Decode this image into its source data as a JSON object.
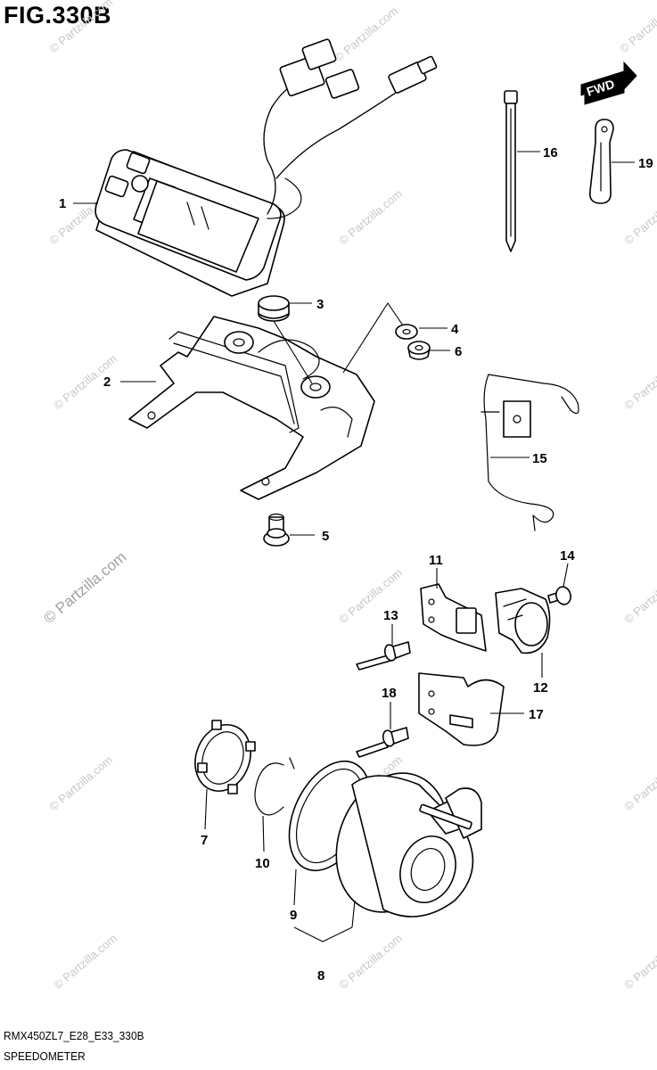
{
  "figure": {
    "title": "FIG.330B",
    "code": "RMX450ZL7_E28_E33_330B",
    "name": "SPEEDOMETER",
    "direction_label": "FWD"
  },
  "watermark": {
    "text": "© Partzilla.com"
  },
  "callouts": [
    {
      "id": "1"
    },
    {
      "id": "2"
    },
    {
      "id": "3"
    },
    {
      "id": "4"
    },
    {
      "id": "5"
    },
    {
      "id": "6"
    },
    {
      "id": "7"
    },
    {
      "id": "8"
    },
    {
      "id": "9"
    },
    {
      "id": "10"
    },
    {
      "id": "11"
    },
    {
      "id": "12"
    },
    {
      "id": "13"
    },
    {
      "id": "14"
    },
    {
      "id": "15"
    },
    {
      "id": "16"
    },
    {
      "id": "17"
    },
    {
      "id": "18"
    },
    {
      "id": "19"
    }
  ],
  "icons": [
    "fwd-arrow-icon",
    "copyright-icon"
  ]
}
